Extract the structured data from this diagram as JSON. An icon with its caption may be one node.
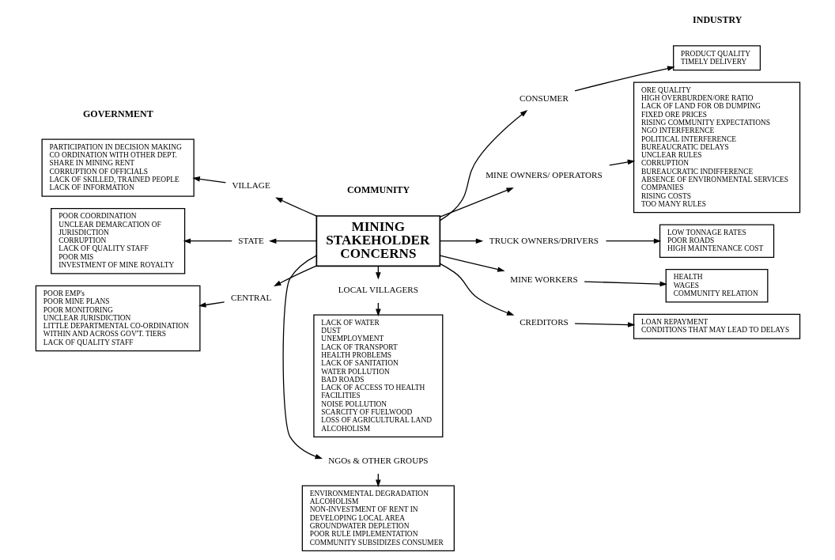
{
  "diagram": {
    "nodes": [
      {
        "text": [
          "MINING STAKEHOLDER CONCERNS"
        ]
      },
      {
        "text": [
          "VILLAGE"
        ]
      },
      {
        "text": [
          "PARTICIPATION IN DECISION MAKING",
          "CO ORDINATION WITH OTHER DEPT.",
          "SHARE IN MINING RENT",
          "CORRUPTION OF OFFICIALS",
          "LACK OF SKILLED, TRAINED PEOPLE",
          "LACK OF INFORMATION"
        ]
      },
      {
        "text": [
          "STATE"
        ]
      },
      {
        "text": [
          "POOR COORDINATION",
          "UNCLEAR DEMARCATION OF JURISDICTION",
          "CORRUPTION",
          "LACK OF QUALITY STAFF",
          "POOR MIS",
          "INVESTMENT OF MINE ROYALTY"
        ]
      },
      {
        "text": [
          "CENTRAL"
        ]
      },
      {
        "text": [
          "POOR EMP's",
          "POOR MINE PLANS",
          "POOR MONITORING",
          "UNCLEAR JURISDICTION",
          "LITTLE DEPARTMENTAL CO-ORDINATION WITHIN AND ACROSS GOV'T. TIERS",
          "LACK OF QUALITY STAFF"
        ]
      },
      {
        "text": [
          "NGOs & OTHER GROUPS"
        ]
      },
      {
        "text": [
          "ENVIRONMENTAL DEGRADATION",
          "ALCOHOLISM",
          "NON-INVESTMENT OF RENT IN DEVELOPING LOCAL AREA",
          "GROUNDWATER DEPLETION",
          "POOR RULE IMPLEMENTATION",
          "COMMUNITY SUBSIDIZES CONSUMER"
        ]
      },
      {
        "text": [
          "LOCAL VILLAGERS"
        ]
      },
      {
        "text": [
          "LACK OF WATER",
          "DUST",
          "UNEMPLOYMENT",
          "LACK OF TRANSPORT",
          "HEALTH PROBLEMS",
          "LACK OF SANITATION",
          "WATER POLLUTION",
          "BAD ROADS",
          "LACK OF ACCESS TO HEALTH FACILITIES",
          "NOISE POLLUTION",
          "SCARCITY OF FUELWOOD",
          "LOSS OF AGRICULTURAL LAND",
          "ALCOHOLISM"
        ]
      },
      {
        "text": [
          "CONSUMER"
        ]
      },
      {
        "text": [
          "PRODUCT QUALITY",
          "TIMELY DELIVERY"
        ]
      },
      {
        "text": [
          "MINE OWNERS/ OPERATORS"
        ]
      },
      {
        "text": [
          "ORE QUALITY",
          "HIGH OVERBURDEN/ORE RATIO",
          "LACK OF LAND FOR OB DUMPING",
          "FIXED ORE PRICES",
          "RISING COMMUNITY EXPECTATIONS",
          "NGO INTERFERENCE",
          "POLITICAL INTERFERENCE",
          "BUREAUCRATIC DELAYS",
          "UNCLEAR RULES",
          "CORRUPTION",
          "BUREAUCRATIC INDIFFERENCE",
          "ABSENCE OF ENVIRONMENTAL SERVICES COMPANIES",
          "RISING COSTS",
          "TOO MANY RULES"
        ]
      },
      {
        "text": [
          "TRUCK OWNERS/DRIVERS"
        ]
      },
      {
        "text": [
          "LOW TONNAGE RATES",
          "POOR ROADS",
          "HIGH MAINTENANCE COST"
        ]
      },
      {
        "text": [
          "MINE WORKERS"
        ]
      },
      {
        "text": [
          "HEALTH",
          "WAGES",
          "COMMUNITY RELATION"
        ]
      },
      {
        "text": [
          "CREDITORS"
        ]
      },
      {
        "text": [
          "LOAN REPAYMENT",
          "CONDITIONS THAT MAY LEAD TO DELAYS"
        ]
      }
    ],
    "edges": [
      {
        "from": 0,
        "to": 1,
        "arrow": "to"
      },
      {
        "from": 1,
        "to": 2,
        "arrow": "to"
      },
      {
        "from": 0,
        "to": 3,
        "arrow": "to"
      },
      {
        "from": 3,
        "to": 4,
        "arrow": "to"
      },
      {
        "from": 0,
        "to": 5,
        "arrow": "to"
      },
      {
        "from": 5,
        "to": 6,
        "arrow": "to"
      },
      {
        "from": 0,
        "to": 7,
        "arrow": "to"
      },
      {
        "from": 7,
        "to": 8,
        "arrow": "to"
      },
      {
        "from": 0,
        "to": 9,
        "arrow": "to"
      },
      {
        "from": 9,
        "to": 10,
        "arrow": "to"
      },
      {
        "from": 0,
        "to": 11,
        "arrow": "to"
      },
      {
        "from": 11,
        "to": 12,
        "arrow": "to"
      },
      {
        "from": 0,
        "to": 13,
        "arrow": "to"
      },
      {
        "from": 13,
        "to": 14,
        "arrow": "to"
      },
      {
        "from": 0,
        "to": 15,
        "arrow": "to"
      },
      {
        "from": 15,
        "to": 16,
        "arrow": "to"
      },
      {
        "from": 0,
        "to": 17,
        "arrow": "to"
      },
      {
        "from": 17,
        "to": 18,
        "arrow": "to"
      },
      {
        "from": 0,
        "to": 19,
        "arrow": "to"
      },
      {
        "from": 19,
        "to": 20,
        "arrow": "to"
      }
    ],
    "labels": [
      "GOVERNMENT",
      "COMMUNITY",
      "INDUSTRY"
    ]
  }
}
